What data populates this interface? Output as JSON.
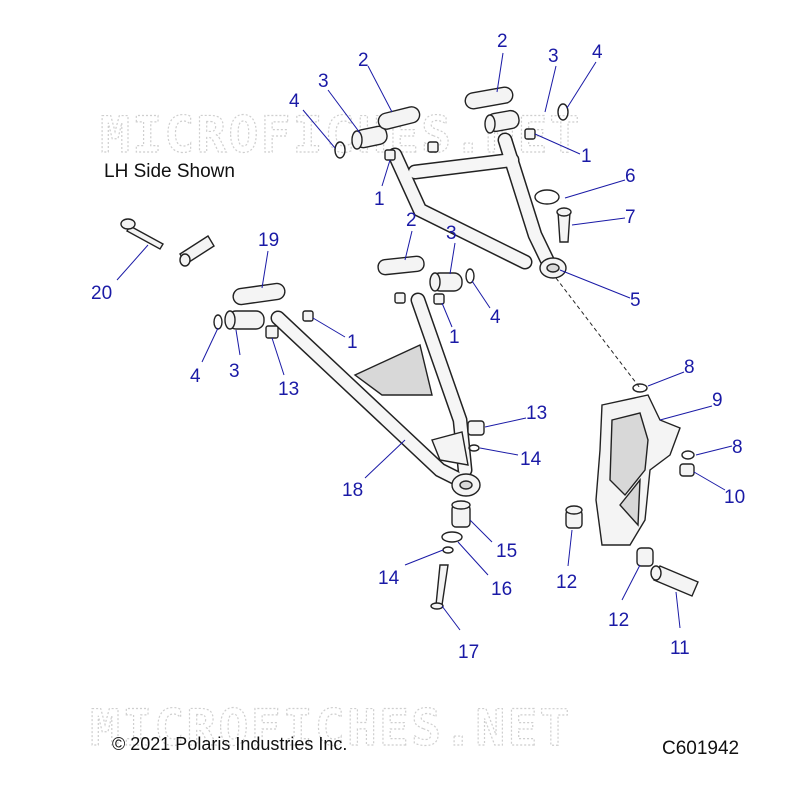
{
  "note": "LH Side Shown",
  "copyright": "© 2021 Polaris Industries Inc.",
  "figure_code": "C601942",
  "watermark": "MICROFICHES.NET",
  "callouts": {
    "c1": "2",
    "c2": "2",
    "c3": "3",
    "c4": "3",
    "c5": "4",
    "c6": "4",
    "c7": "1",
    "c8": "1",
    "c9": "6",
    "c10": "7",
    "c11": "5",
    "c12": "19",
    "c13": "2",
    "c14": "3",
    "c15": "20",
    "c16": "1",
    "c17": "4",
    "c18": "1",
    "c19": "4",
    "c20": "3",
    "c21": "13",
    "c22": "8",
    "c23": "9",
    "c24": "13",
    "c25": "14",
    "c26": "8",
    "c27": "10",
    "c28": "18",
    "c29": "15",
    "c30": "14",
    "c31": "16",
    "c32": "12",
    "c33": "12",
    "c34": "11",
    "c35": "17"
  }
}
